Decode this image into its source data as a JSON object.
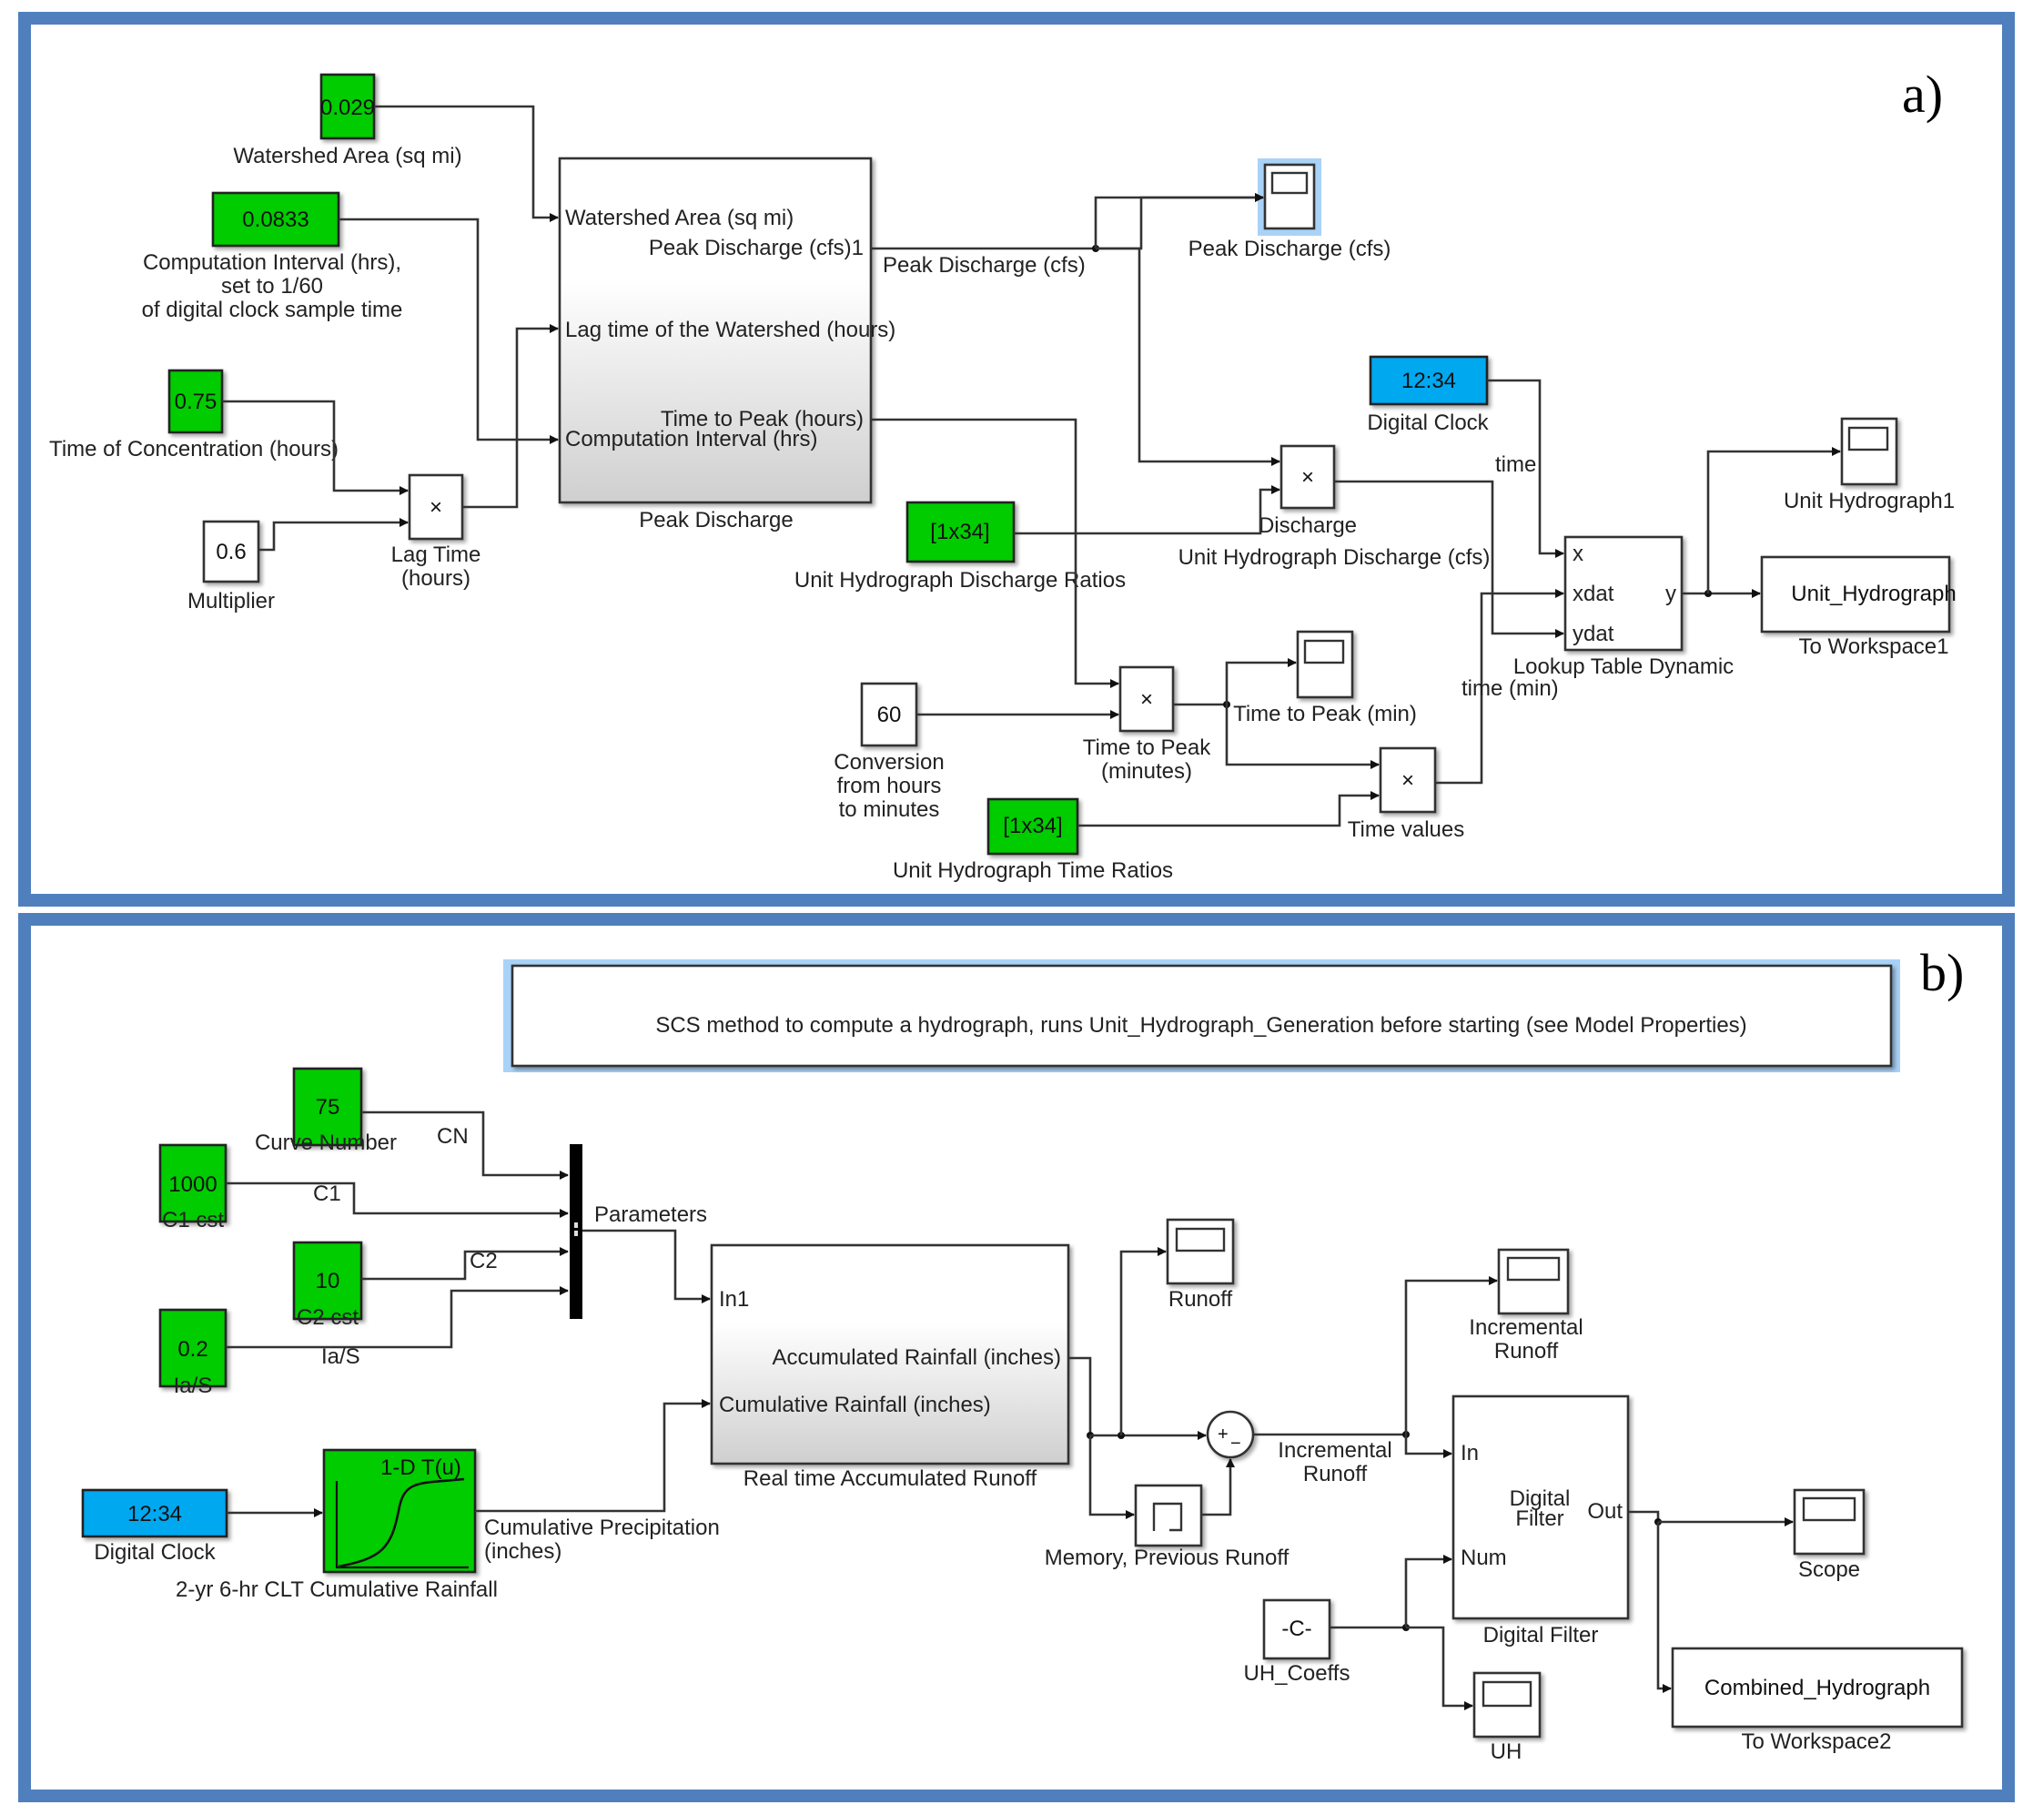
{
  "panels": {
    "a": {
      "label": "a)",
      "blocks": {
        "watershed_area": {
          "value": "0.029",
          "label": "Watershed Area (sq mi)"
        },
        "computation_interval": {
          "value": "0.0833",
          "label_lines": [
            "Computation Interval (hrs),",
            "set to 1/60",
            "of digital clock sample time"
          ]
        },
        "time_of_concentration": {
          "value": "0.75",
          "label": "Time of Concentration (hours)"
        },
        "multiplier": {
          "value": "0.6",
          "label": "Multiplier"
        },
        "lag_time": {
          "symbol": "×",
          "label_lines": [
            "Lag Time",
            "(hours)"
          ]
        },
        "peak_discharge_subsystem": {
          "label": "Peak Discharge",
          "inputs": [
            "Watershed Area (sq mi)",
            "Lag time of the Watershed (hours)",
            "Computation Interval (hrs)"
          ],
          "outputs": [
            "Peak Discharge (cfs)1",
            "Time to Peak (hours)"
          ]
        },
        "peak_discharge_scope": {
          "label": "Peak Discharge (cfs)"
        },
        "uh_discharge_ratios": {
          "value": "[1x34]",
          "label": "Unit Hydrograph Discharge Ratios"
        },
        "discharge_product": {
          "symbol": "×",
          "label": "Discharge"
        },
        "digital_clock": {
          "value": "12:34",
          "label": "Digital Clock"
        },
        "conversion": {
          "value": "60",
          "label_lines": [
            "Conversion",
            "from hours",
            "to minutes"
          ]
        },
        "time_to_peak_product": {
          "symbol": "×",
          "label_lines": [
            "Time to Peak",
            "(minutes)"
          ]
        },
        "time_to_peak_scope": {
          "label": "Time to Peak (min)"
        },
        "uh_time_ratios": {
          "value": "[1x34]",
          "label": "Unit Hydrograph Time Ratios"
        },
        "time_values_product": {
          "symbol": "×",
          "label": "Time values"
        },
        "lookup_table": {
          "label": "Lookup Table Dynamic",
          "ports": [
            "x",
            "xdat",
            "ydat"
          ],
          "output": "y"
        },
        "unit_hydrograph_scope": {
          "label": "Unit Hydrograph1"
        },
        "to_workspace1": {
          "value": "Unit_Hydrograph",
          "label": "To Workspace1"
        }
      },
      "signals": {
        "peak_discharge": "Peak Discharge (cfs)",
        "uh_discharge": "Unit Hydrograph Discharge (cfs)",
        "time": "time",
        "time_min": "time (min)"
      }
    },
    "b": {
      "label": "b)",
      "annotation": "SCS method to compute a hydrograph, runs Unit_Hydrograph_Generation before starting (see Model Properties)",
      "blocks": {
        "curve_number": {
          "value": "75",
          "label": "Curve Number"
        },
        "c1": {
          "value": "1000",
          "label": "C1 cst"
        },
        "c2": {
          "value": "10",
          "label": "C2 cst"
        },
        "ia_s": {
          "value": "0.2",
          "label": "Ia/S"
        },
        "mux": {
          "label": "Parameters"
        },
        "runoff_subsystem": {
          "label": "Real time Accumulated Runoff",
          "inputs": [
            "In1",
            "Cumulative Rainfall (inches)"
          ],
          "outputs": [
            "Accumulated Rainfall (inches)"
          ]
        },
        "digital_clock": {
          "value": "12:34",
          "label": "Digital Clock"
        },
        "rainfall_lookup": {
          "value": "1-D T(u)",
          "label": "2-yr 6-hr CLT Cumulative Rainfall"
        },
        "runoff_scope": {
          "label": "Runoff"
        },
        "sum": {
          "signs": "+-"
        },
        "memory": {
          "label": "Memory, Previous Runoff"
        },
        "incremental_runoff_scope": {
          "label_lines": [
            "Incremental",
            "Runoff"
          ]
        },
        "digital_filter": {
          "label": "Digital Filter",
          "center_lines": [
            "Digital",
            "Filter"
          ],
          "inputs": [
            "In",
            "Num"
          ],
          "output": "Out"
        },
        "uh_coeffs": {
          "value": "-C-",
          "label": "UH_Coeffs"
        },
        "uh_scope": {
          "label": "UH"
        },
        "scope": {
          "label": "Scope"
        },
        "to_workspace2": {
          "value": "Combined_Hydrograph",
          "label": "To Workspace2"
        }
      },
      "signals": {
        "cn": "CN",
        "c1": "C1",
        "c2": "C2",
        "ia_s": "Ia/S",
        "cumulative_precip_lines": [
          "Cumulative Precipitation",
          "(inches)"
        ],
        "incremental_runoff_lines": [
          "Incremental",
          "Runoff"
        ]
      }
    }
  },
  "colors": {
    "panel_border": "#4f80bd",
    "constant_green": "#00cc00",
    "clock_blue": "#00a8f0",
    "selection_highlight": "#a9d2f7"
  }
}
